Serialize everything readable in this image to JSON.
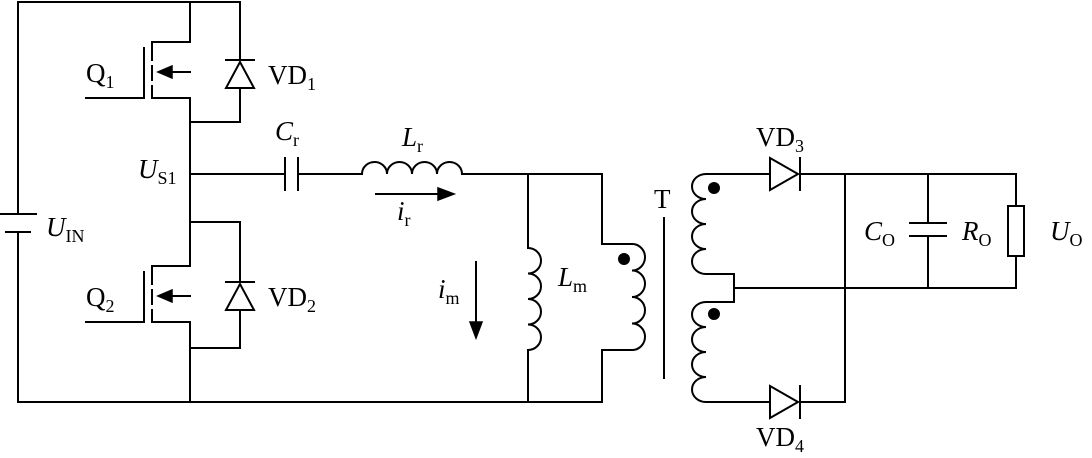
{
  "labels": {
    "q1": {
      "main": "Q",
      "sub": "1"
    },
    "vd1": {
      "main": "VD",
      "sub": "1"
    },
    "q2": {
      "main": "Q",
      "sub": "2"
    },
    "vd2": {
      "main": "VD",
      "sub": "2"
    },
    "us1": {
      "main": "U",
      "sub": "S1"
    },
    "uin": {
      "main": "U",
      "sub": "IN"
    },
    "cr": {
      "main": "C",
      "sub": "r"
    },
    "lr": {
      "main": "L",
      "sub": "r"
    },
    "ir": {
      "main": "i",
      "sub": "r"
    },
    "im": {
      "main": "i",
      "sub": "m"
    },
    "lm": {
      "main": "L",
      "sub": "m"
    },
    "t": {
      "main": "T"
    },
    "vd3": {
      "main": "VD",
      "sub": "3"
    },
    "vd4": {
      "main": "VD",
      "sub": "4"
    },
    "co": {
      "main": "C",
      "sub": "O"
    },
    "ro": {
      "main": "R",
      "sub": "O"
    },
    "uo": {
      "main": "U",
      "sub": "O"
    }
  }
}
